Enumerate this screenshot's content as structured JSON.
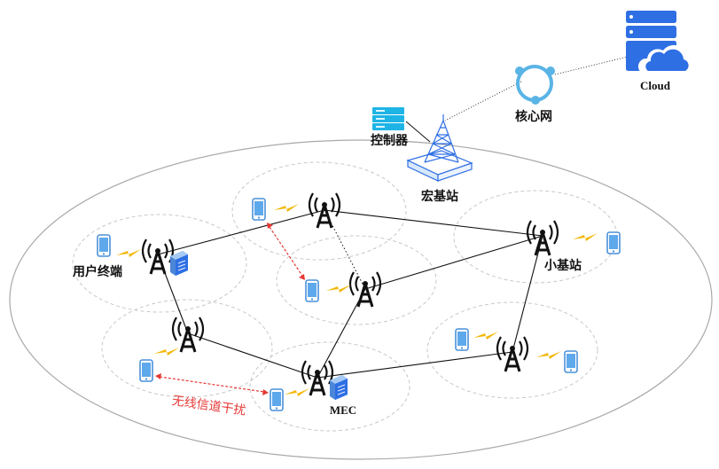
{
  "labels": {
    "cloud": "Cloud",
    "core_network": "核心网",
    "controller": "控制器",
    "macro_base_station": "宏基站",
    "small_base_station": "小基站",
    "user_terminal": "用户终端",
    "mec": "MEC",
    "interference": "无线信道干扰"
  },
  "colors": {
    "cloud_blue": "#2f6fe4",
    "core_network_blue": "#5ab4e5",
    "controller_blue": "#1eb4e6",
    "phone_blue": "#4a90d9",
    "signal_yellow": "#f2b705",
    "interference_red": "#e53935",
    "cell_dash": "#c8c8c8",
    "link_black": "#111111"
  },
  "icons": {
    "cloud": "cloud-server-icon",
    "core_network": "network-ring-icon",
    "controller": "server-rack-icon",
    "macro": "lattice-tower-icon",
    "small_cell": "antenna-tower-icon",
    "terminal": "smartphone-icon",
    "mec": "edge-server-icon",
    "link": "lightning-signal-icon"
  }
}
